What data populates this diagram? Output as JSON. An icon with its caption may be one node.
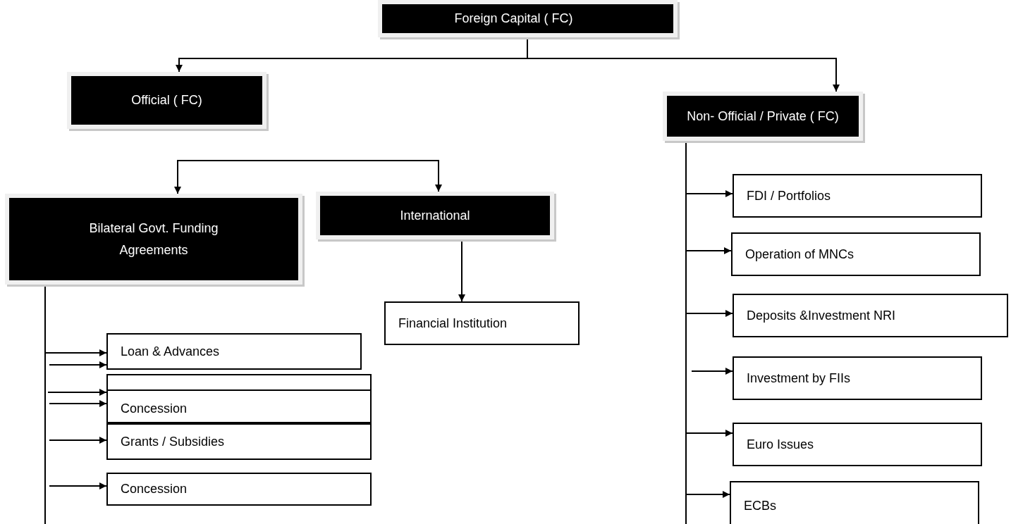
{
  "diagram": {
    "nodes": [
      {
        "text": [
          "Foreign Capital ( FC)"
        ]
      },
      {
        "text": [
          "Official ( FC)"
        ]
      },
      {
        "text": [
          "Non- Official / Private ( FC)"
        ]
      },
      {
        "text": [
          "Bilateral Govt. Funding Agreements"
        ]
      },
      {
        "text": [
          "International"
        ]
      },
      {
        "text": [
          "Financial Institution"
        ]
      },
      {
        "text": [
          "Loan & Advances"
        ]
      },
      {
        "text": [],
        "shape": "box"
      },
      {
        "text": [
          "Concession"
        ]
      },
      {
        "text": [
          "Grants / Subsidies"
        ]
      },
      {
        "text": [
          "Concession"
        ]
      },
      {
        "text": [
          "FDI / Portfolios"
        ]
      },
      {
        "text": [
          "Operation of MNCs"
        ]
      },
      {
        "text": [
          "Deposits &Investment NRI"
        ]
      },
      {
        "text": [
          "Investment by FIIs"
        ]
      },
      {
        "text": [
          "Euro Issues"
        ]
      },
      {
        "text": [
          "ECBs"
        ]
      }
    ],
    "edges": [
      {
        "from": 0,
        "to": 1,
        "arrow": "to"
      },
      {
        "from": 0,
        "to": 2,
        "arrow": "to"
      },
      {
        "from": null,
        "to": 3,
        "arrow": "to"
      },
      {
        "from": null,
        "to": 4,
        "arrow": "to"
      },
      {
        "from": 4,
        "to": 5,
        "arrow": "to"
      },
      {
        "from": 3,
        "to": 6,
        "arrow": "to"
      },
      {
        "from": null,
        "to": 6,
        "arrow": "to"
      },
      {
        "from": null,
        "to": 7,
        "arrow": "to"
      },
      {
        "from": null,
        "to": 8,
        "arrow": "to"
      },
      {
        "from": null,
        "to": 9,
        "arrow": "to"
      },
      {
        "from": null,
        "to": 10,
        "arrow": "to"
      },
      {
        "from": 2,
        "to": 11,
        "arrow": "to"
      },
      {
        "from": 2,
        "to": 12,
        "arrow": "to"
      },
      {
        "from": 2,
        "to": 13,
        "arrow": "to"
      },
      {
        "from": null,
        "to": 14,
        "arrow": "to"
      },
      {
        "from": 2,
        "to": 15,
        "arrow": "to"
      },
      {
        "from": 2,
        "to": 16,
        "arrow": "to"
      }
    ]
  }
}
